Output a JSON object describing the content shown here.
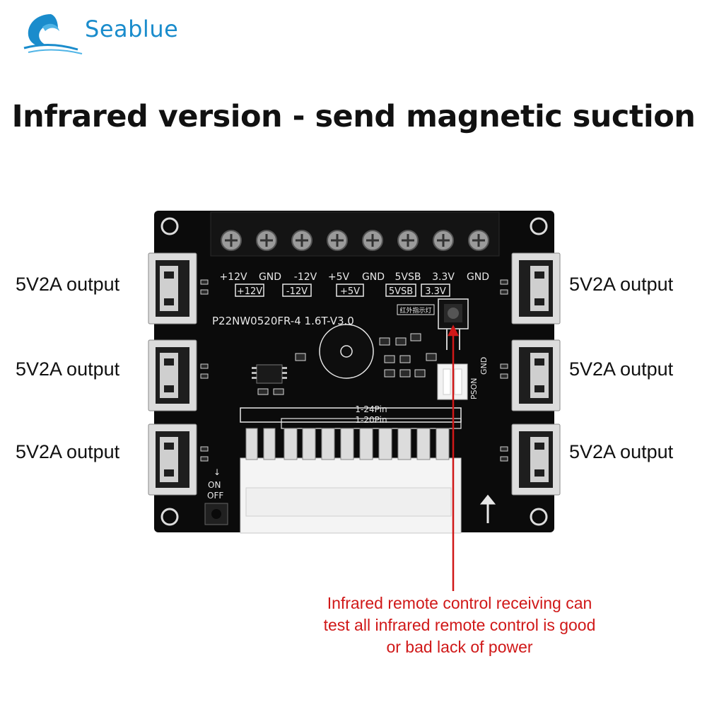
{
  "brand": {
    "name": "Seablue"
  },
  "headline": "Infrared version - send magnetic suction",
  "board": {
    "terminal_labels": [
      "+12V",
      "GND",
      "-12V",
      "+5V",
      "GND",
      "5VSB",
      "3.3V",
      "GND"
    ],
    "boxed_labels": [
      "+12V",
      "-12V",
      "+5V",
      "5VSB",
      "3.3V"
    ],
    "model": "P22NW0520FR-4  1.6T-V3.0",
    "ir_label": "红外指示灯",
    "pin24": "1-24Pin",
    "pin20": "1-20Pin",
    "pson_label": "PSON",
    "gnd_label": "GND",
    "switch_on": "ON",
    "switch_off": "OFF"
  },
  "outputs": {
    "left": [
      "5V2A output",
      "5V2A output",
      "5V2A output"
    ],
    "right": [
      "5V2A output",
      "5V2A output",
      "5V2A output"
    ]
  },
  "annotation": {
    "line1": "Infrared remote control receiving can",
    "line2": "test all infrared remote control is good",
    "line3": "or bad lack of power",
    "color": "#d01818"
  }
}
